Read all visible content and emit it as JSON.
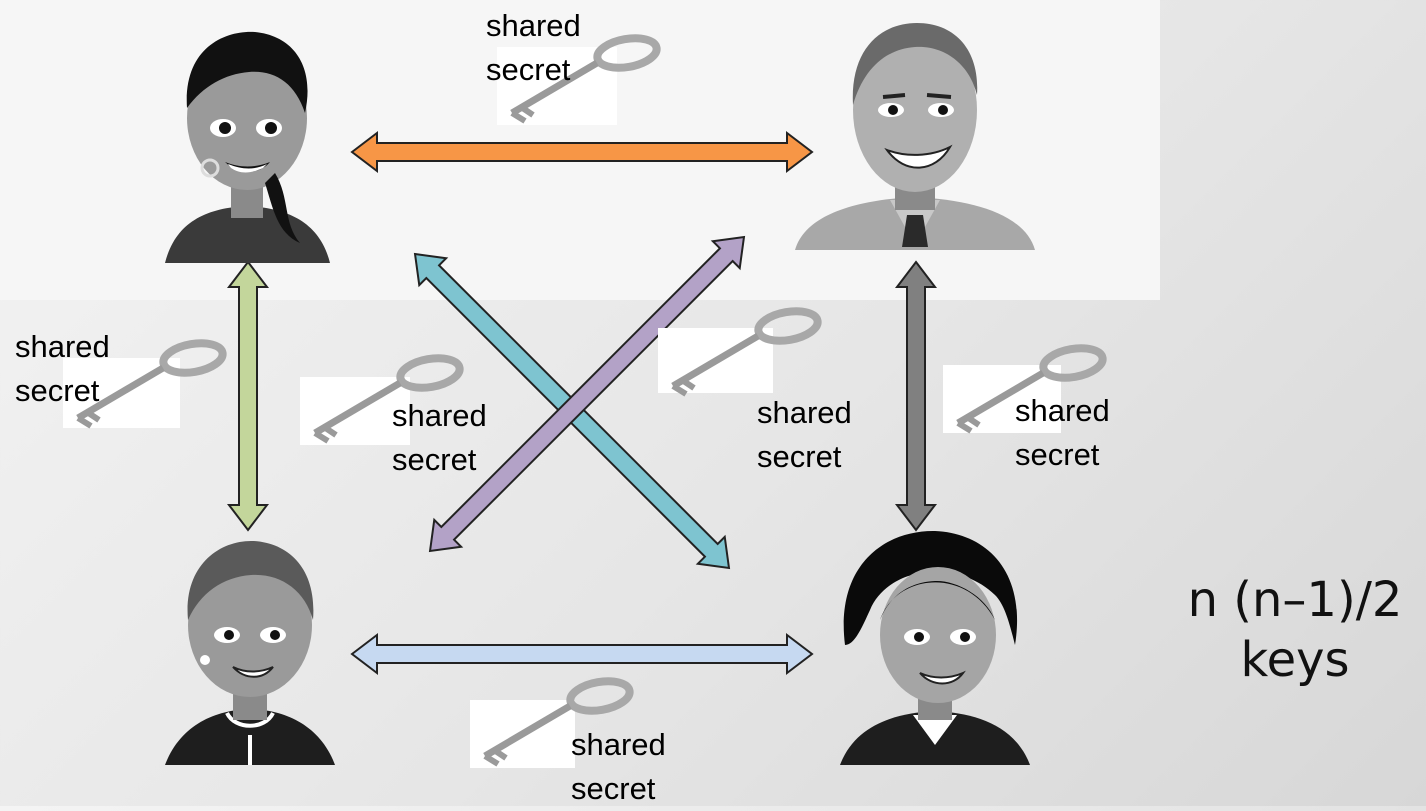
{
  "labels": {
    "top": {
      "line1": "shared",
      "line2": "secret"
    },
    "left": {
      "line1": "shared",
      "line2": "secret"
    },
    "center_left": {
      "line1": "shared",
      "line2": "secret"
    },
    "center_right": {
      "line1": "shared",
      "line2": "secret"
    },
    "right": {
      "line1": "shared",
      "line2": "secret"
    },
    "bottom": {
      "line1": "shared",
      "line2": "secret"
    }
  },
  "formula": {
    "line1": "n (n–1)/2",
    "line2": "keys"
  },
  "colors": {
    "arrow_top": "#f79646",
    "arrow_left": "#c3d69b",
    "arrow_bottom": "#c6d9f1",
    "arrow_right": "#808080",
    "arrow_diag_down": "#7ec4d0",
    "arrow_diag_up": "#b3a2c7"
  }
}
